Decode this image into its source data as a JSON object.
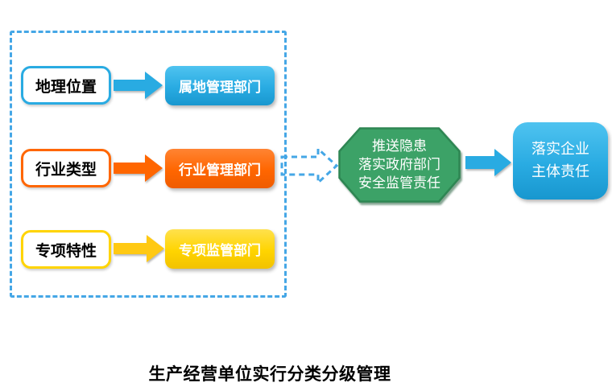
{
  "diagram": {
    "caption": "生产经营单位实行分类分级管理",
    "classification_rows": [
      {
        "criterion": "地理位置",
        "department": "属地管理部门",
        "color": "#29abe2"
      },
      {
        "criterion": "行业类型",
        "department": "行业管理部门",
        "color": "#ff6600"
      },
      {
        "criterion": "专项特性",
        "department": "专项监管部门",
        "color": "#ffd400"
      }
    ],
    "hub": {
      "line1": "推送隐患",
      "line2": "落实政府部门",
      "line3": "安全监管责任",
      "color": "#3ca267"
    },
    "outcome": {
      "line1": "落实企业",
      "line2": "主体责任",
      "color": "#29abe2"
    },
    "frame_color": "#45a7e6"
  }
}
